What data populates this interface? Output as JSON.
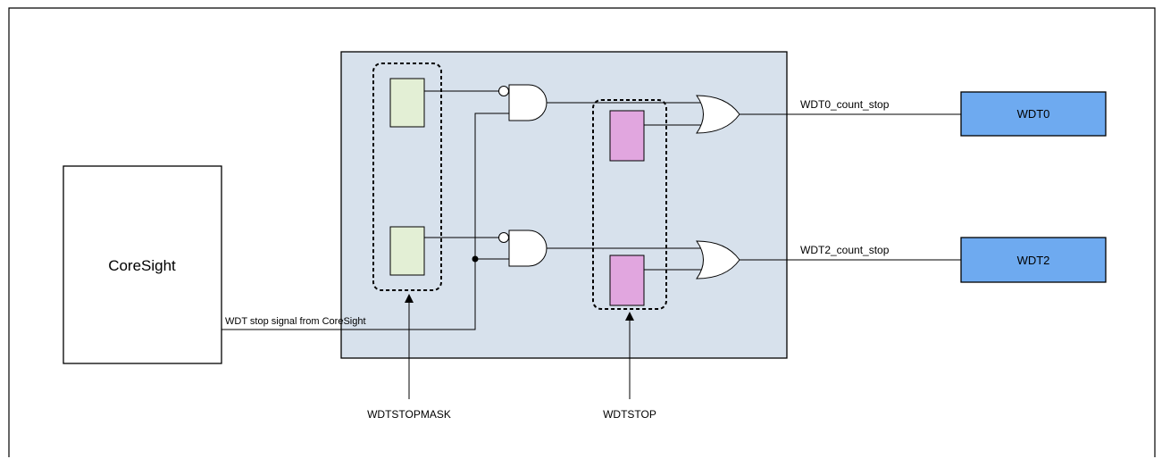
{
  "diagram": {
    "coresight_label": "CoreSight",
    "coresight_signal_label": "WDT stop signal from CoreSight",
    "wdt0": {
      "label": "WDT0",
      "signal_label": "WDT0_count_stop"
    },
    "wdt2": {
      "label": "WDT2",
      "signal_label": "WDT2_count_stop"
    },
    "mask_register_label": "WDTSTOPMASK",
    "stop_register_label": "WDTSTOP"
  },
  "colors": {
    "panel_fill": "#d7e1ec",
    "mask_register_fill": "#e3efd5",
    "stop_register_fill": "#e1a6df",
    "wdt_block_fill": "#6eaaf0",
    "line": "#000000"
  }
}
